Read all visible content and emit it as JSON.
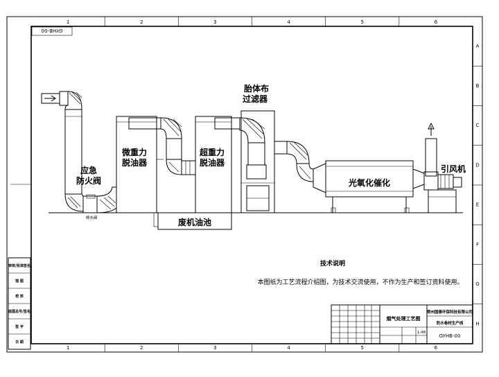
{
  "drawing": {
    "code_flipped": "GYHB-00",
    "column_marks": [
      "1",
      "2",
      "3",
      "4",
      "5",
      "6"
    ],
    "row_marks": [
      "A",
      "B",
      "C",
      "D",
      "E",
      "F",
      "G",
      "H"
    ]
  },
  "components": {
    "emergency_valve": "应急\n防火阀",
    "valve_base": "排水阀",
    "micro_oil_removal": "微重力\n脱油器",
    "waste_oil_tank": "废机油池",
    "super_oil_removal": "超重力\n脱油器",
    "bag_filter": "胎体布\n过滤器",
    "photo_oxidation": "光氧化催化",
    "induced_fan": "引风机"
  },
  "tech_note": {
    "title": "技术说明",
    "body": "本图纸为工艺流程介绍图，为技术交流使用，不作为生产和签订资料使用。"
  },
  "side_table": [
    "审核/批准签名",
    "描 图",
    "校 核",
    "底图总号/签名",
    "签 字",
    "日 期"
  ],
  "title_block": {
    "drawing_title": "烟气处理工艺图",
    "company": "常州国泰环保科技有限公司",
    "project": "防水卷材生产线",
    "scale": "1:48",
    "code": "GYHB-00"
  }
}
